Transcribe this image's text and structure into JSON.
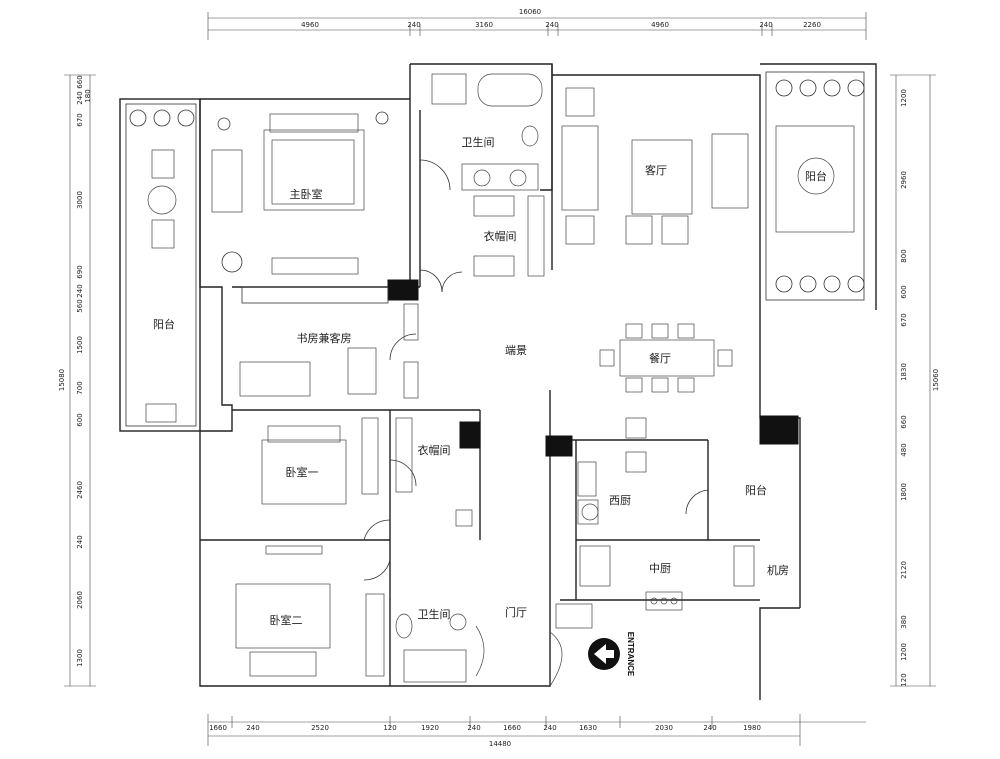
{
  "rooms": {
    "master_bedroom": "主卧室",
    "bathroom_top": "卫生间",
    "closet_top": "衣帽间",
    "living_room": "客厅",
    "balcony_top_right": "阳台",
    "balcony_left": "阳台",
    "study": "书房兼客房",
    "foyer_view": "端景",
    "dining_room": "餐厅",
    "bedroom_one": "卧室一",
    "closet_mid": "衣帽间",
    "western_kitchen": "西厨",
    "balcony_right": "阳台",
    "bedroom_two": "卧室二",
    "bathroom_bottom": "卫生间",
    "entry_hall": "门厅",
    "chinese_kitchen": "中厨",
    "machine_room": "机房"
  },
  "entrance": {
    "label": "ENTRANCE"
  },
  "dimensions": {
    "top_total": "16060",
    "top_segments": [
      "4960",
      "240",
      "3160",
      "240",
      "4960",
      "240",
      "2260"
    ],
    "bottom_total": "14480",
    "bottom_segments": [
      "1660",
      "240",
      "2520",
      "120",
      "1920",
      "240",
      "1660",
      "240",
      "1630",
      "2030",
      "240",
      "1980"
    ],
    "left_total": "15080",
    "left_segments": [
      "660",
      "240",
      "180",
      "670",
      "3000",
      "690",
      "240",
      "560",
      "1500",
      "700",
      "600",
      "2460",
      "240",
      "2060",
      "1300"
    ],
    "right_total": "15060",
    "right_segments": [
      "1200",
      "2960",
      "800",
      "600",
      "670",
      "1830",
      "660",
      "480",
      "1800",
      "2120",
      "380",
      "1200",
      "120"
    ]
  }
}
